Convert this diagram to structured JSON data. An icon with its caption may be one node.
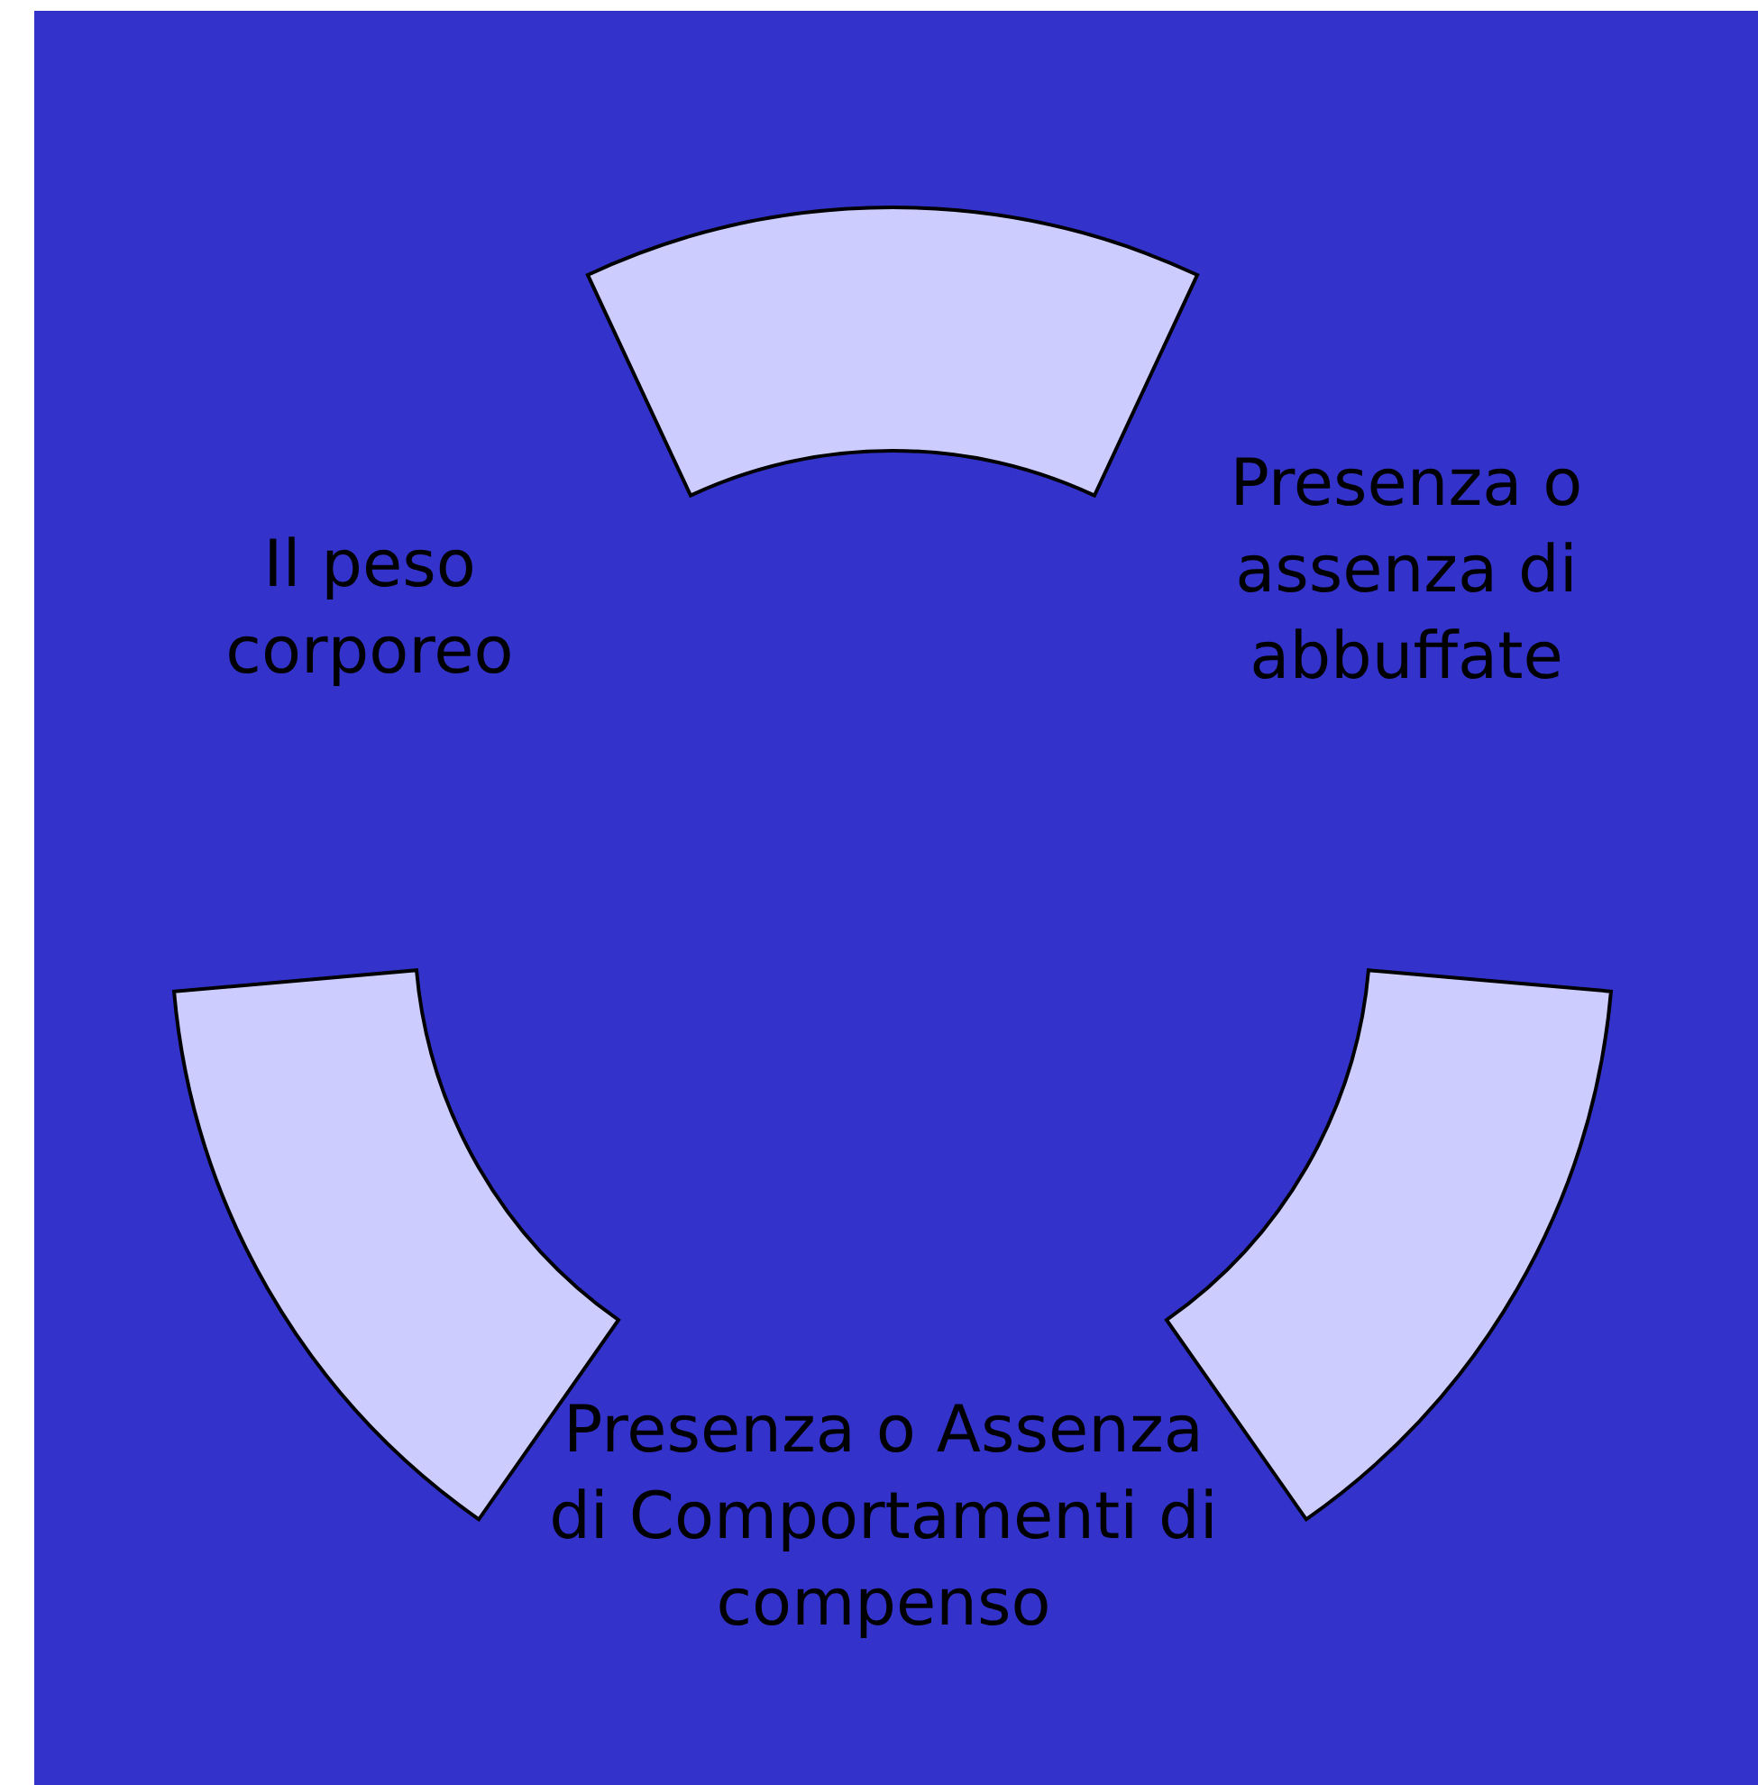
{
  "diagram": {
    "nodes": [
      {
        "text": [
          "Il peso corporeo"
        ]
      },
      {
        "text": [
          "Presenza o assenza di abbuffate"
        ]
      },
      {
        "text": [
          "Presenza o Assenza di Comportamenti di compenso"
        ]
      }
    ],
    "edges": [
      {
        "from": 0,
        "to": 1,
        "arrow": "none",
        "style": "thick"
      },
      {
        "from": 1,
        "to": 2,
        "arrow": "none",
        "style": "thick"
      },
      {
        "from": 2,
        "to": 0,
        "arrow": "none",
        "style": "thick"
      }
    ]
  }
}
